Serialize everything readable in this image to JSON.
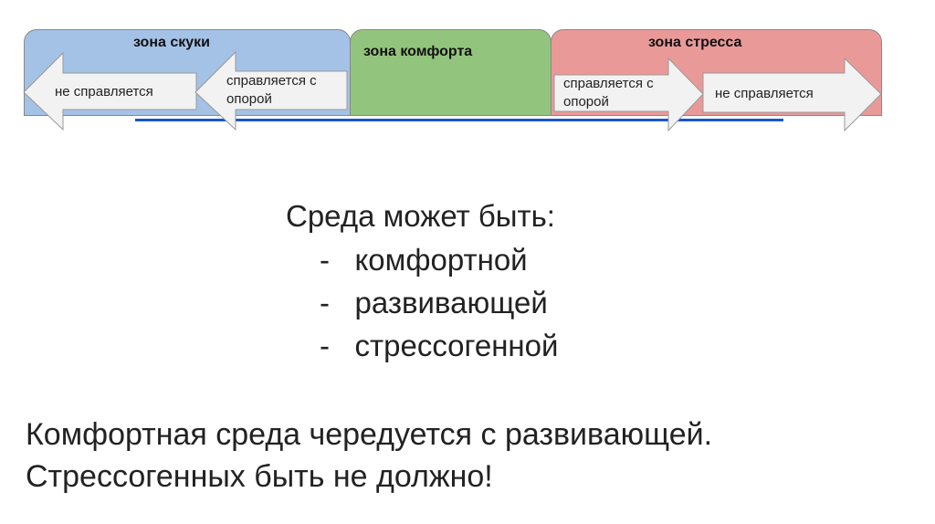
{
  "zones": {
    "boredom": {
      "title": "зона скуки",
      "color": "#a4c2e6",
      "arrows": [
        "не справляется",
        "справляется с опорой"
      ]
    },
    "comfort": {
      "title": "зона комфорта",
      "color": "#93c47d"
    },
    "stress": {
      "title": "зона стресса",
      "color": "#ea9999",
      "arrows": [
        "справляется с опорой",
        "не справляется"
      ]
    }
  },
  "main": {
    "heading": "Среда может быть:",
    "items": [
      "-   комфортной",
      "-   развивающей",
      "-   стрессогенной"
    ],
    "conclusion": [
      "Комфортная среда чередуется с развивающей.",
      "Стрессогенных быть не должно!"
    ]
  }
}
